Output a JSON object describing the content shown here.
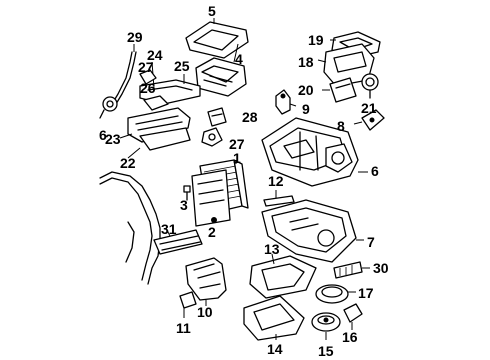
{
  "callouts": {
    "c1": "1",
    "c2": "2",
    "c3": "3",
    "c4": "4",
    "c5": "5",
    "c6a": "6",
    "c6b": "6",
    "c7": "7",
    "c8": "8",
    "c9": "9",
    "c10": "10",
    "c11": "11",
    "c12": "12",
    "c13": "13",
    "c14": "14",
    "c15": "15",
    "c16": "16",
    "c17": "17",
    "c18": "18",
    "c19": "19",
    "c20": "20",
    "c21": "21",
    "c22": "22",
    "c23": "23",
    "c24": "24",
    "c25": "25",
    "c26": "26",
    "c27a": "27",
    "c27b": "27",
    "c28": "28",
    "c29": "29",
    "c30": "30",
    "c31": "31"
  }
}
